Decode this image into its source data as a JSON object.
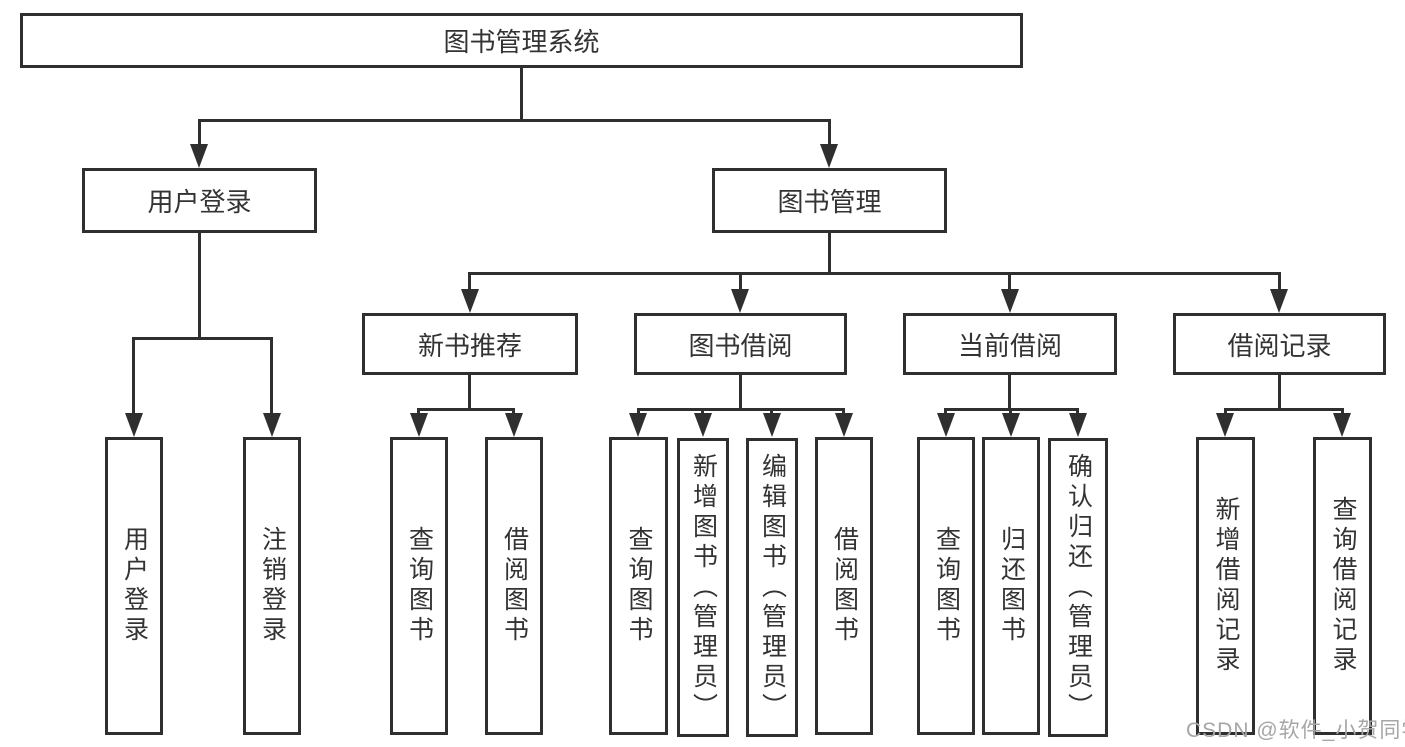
{
  "tree": {
    "label": "图书管理系统",
    "children": [
      {
        "label": "用户登录",
        "children": [
          {
            "label": "用户登录"
          },
          {
            "label": "注销登录"
          }
        ]
      },
      {
        "label": "图书管理",
        "children": [
          {
            "label": "新书推荐",
            "children": [
              {
                "label": "查询图书"
              },
              {
                "label": "借阅图书"
              }
            ]
          },
          {
            "label": "图书借阅",
            "children": [
              {
                "label": "查询图书"
              },
              {
                "label": "新增图书（管理员）"
              },
              {
                "label": "编辑图书（管理员）"
              },
              {
                "label": "借阅图书"
              }
            ]
          },
          {
            "label": "当前借阅",
            "children": [
              {
                "label": "查询图书"
              },
              {
                "label": "归还图书"
              },
              {
                "label": "确认归还（管理员）"
              }
            ]
          },
          {
            "label": "借阅记录",
            "children": [
              {
                "label": "新增借阅记录"
              },
              {
                "label": "查询借阅记录"
              }
            ]
          }
        ]
      }
    ]
  },
  "watermark": {
    "text": "CSDN @软件_小贺同学"
  },
  "colors": {
    "line": "#2f2f2f",
    "text": "#333333",
    "background": "#ffffff",
    "watermark": "#a6a6a6"
  }
}
